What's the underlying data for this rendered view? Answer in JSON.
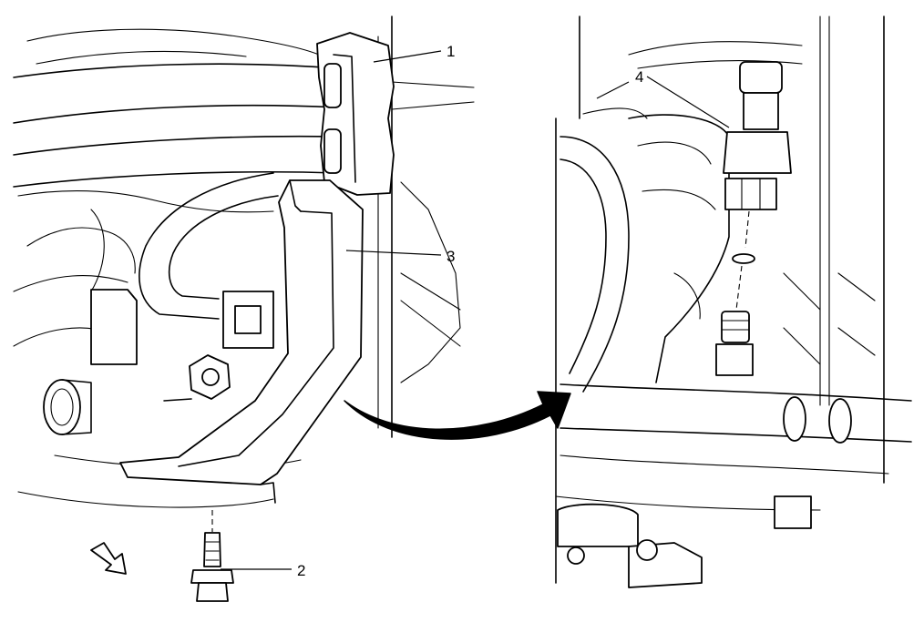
{
  "callouts": [
    {
      "id": "1",
      "label": "1"
    },
    {
      "id": "2",
      "label": "2"
    },
    {
      "id": "3",
      "label": "3"
    },
    {
      "id": "4",
      "label": "4"
    }
  ],
  "colors": {
    "line": "#000000",
    "background": "#ffffff"
  },
  "icons": [
    "view-direction-arrow-icon",
    "transition-arrow-icon"
  ]
}
